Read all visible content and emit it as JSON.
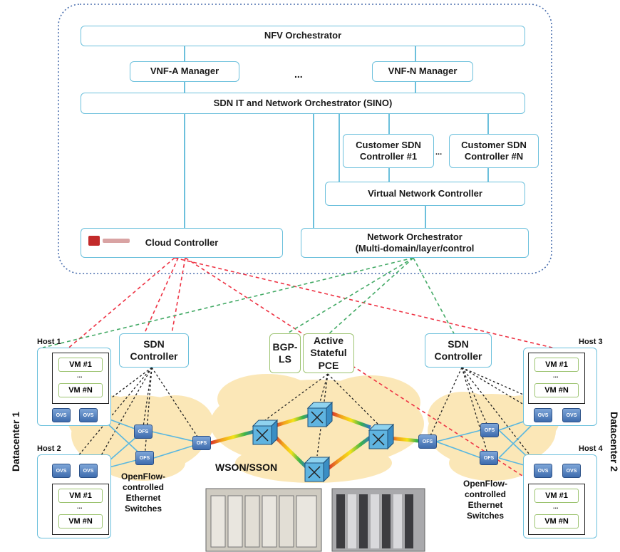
{
  "orchestration": {
    "nfv_orchestrator": "NFV Orchestrator",
    "vnf_a_manager": "VNF-A Manager",
    "vnf_ellipsis": "...",
    "vnf_n_manager": "VNF-N Manager",
    "sino": "SDN IT and Network Orchestrator (SINO)",
    "customer_controller_1": [
      "Customer SDN",
      "Controller #1"
    ],
    "customer_ellipsis": "...",
    "customer_controller_n": [
      "Customer SDN",
      "Controller #N"
    ],
    "virtual_network_controller": "Virtual Network Controller",
    "cloud_controller": "Cloud Controller",
    "network_orchestrator": [
      "Network Orchestrator",
      "(Multi-domain/layer/control"
    ]
  },
  "datacenter1": {
    "label": "Datacenter 1",
    "host1": "Host 1",
    "host2": "Host 2",
    "sdn_controller": [
      "SDN",
      "Controller"
    ],
    "switches_label": [
      "OpenFlow-",
      "controlled",
      "Ethernet",
      "Switches"
    ]
  },
  "datacenter2": {
    "label": "Datacenter 2",
    "host3": "Host 3",
    "host4": "Host 4",
    "sdn_controller": [
      "SDN",
      "Controller"
    ],
    "switches_label": [
      "OpenFlow-",
      "controlled",
      "Ethernet",
      "Switches"
    ]
  },
  "core": {
    "bgp_ls": [
      "BGP-",
      "LS"
    ],
    "pce": [
      "Active",
      "Stateful",
      "PCE"
    ],
    "wson": "WSON/SSON"
  },
  "vm": {
    "first": "VM #1",
    "dots": "...",
    "last": "VM #N"
  },
  "ovs_label": "OVS",
  "ofs_label": "OFS",
  "colors": {
    "box_border": "#6cc0dc",
    "green_border": "#9cc370",
    "red_dash": "#ee3344",
    "green_dash": "#44aa66",
    "cloud": "#fbe5b0"
  }
}
